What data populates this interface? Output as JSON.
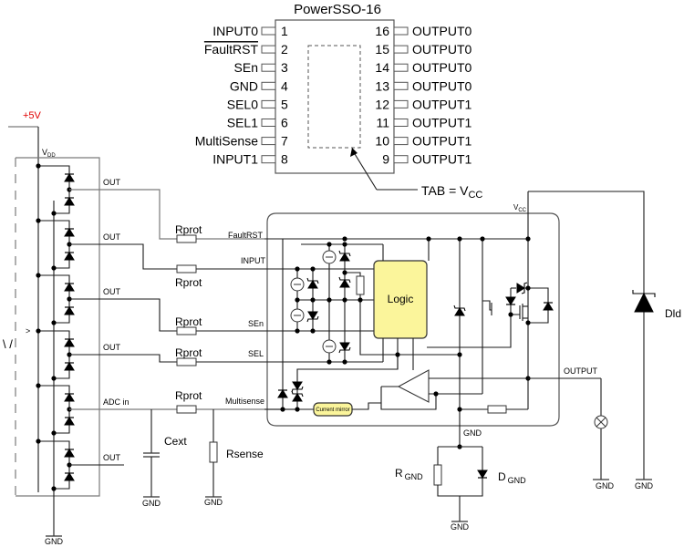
{
  "package": {
    "title": "PowerSSO-16",
    "left_pins": [
      {
        "num": "1",
        "name": "INPUT0",
        "overline": false
      },
      {
        "num": "2",
        "name": "FaultRST",
        "overline": true
      },
      {
        "num": "3",
        "name": "SEn",
        "overline": false
      },
      {
        "num": "4",
        "name": "GND",
        "overline": false
      },
      {
        "num": "5",
        "name": "SEL0",
        "overline": false
      },
      {
        "num": "6",
        "name": "SEL1",
        "overline": false
      },
      {
        "num": "7",
        "name": "MultiSense",
        "overline": false
      },
      {
        "num": "8",
        "name": "INPUT1",
        "overline": false
      }
    ],
    "right_pins": [
      {
        "num": "16",
        "name": "OUTPUT0"
      },
      {
        "num": "15",
        "name": "OUTPUT0"
      },
      {
        "num": "14",
        "name": "OUTPUT0"
      },
      {
        "num": "13",
        "name": "OUTPUT0"
      },
      {
        "num": "12",
        "name": "OUTPUT1"
      },
      {
        "num": "11",
        "name": "OUTPUT1"
      },
      {
        "num": "10",
        "name": "OUTPUT1"
      },
      {
        "num": "9",
        "name": "OUTPUT1"
      }
    ],
    "tab_label": "TAB = V",
    "tab_sub": "CC"
  },
  "mcu": {
    "supply_label": "+5V",
    "supply_color": "#e00000",
    "vdd_label": "V",
    "vdd_sub": "DD",
    "ports": [
      "OUT",
      "OUT",
      "OUT",
      "OUT",
      "ADC in",
      "OUT"
    ],
    "gnd_label": "GND",
    "symbol": "\\ / >"
  },
  "signals": {
    "faultrst": "FaultRST",
    "input": "INPUT",
    "sen": "SEn",
    "sel": "SEL",
    "multisense": "Multisense",
    "output": "OUTPUT",
    "vcc": "V",
    "vcc_sub": "CC",
    "gnd": "GND"
  },
  "components": {
    "rprot": [
      "Rprot",
      "Rprot",
      "Rprot",
      "Rprot",
      "Rprot"
    ],
    "cext": "Cext",
    "rsense": "Rsense",
    "rgnd": "R",
    "rgnd_sub": "GND",
    "dgnd": "D",
    "dgnd_sub": "GND",
    "dld": "Dld",
    "logic": "Logic",
    "current_mirror": "Current mirror",
    "gnd_labels": [
      "GND",
      "GND",
      "GND",
      "GND",
      "GND",
      "GND"
    ]
  },
  "colors": {
    "logic_fill": "#fbf59b",
    "supply": "#e00000"
  }
}
